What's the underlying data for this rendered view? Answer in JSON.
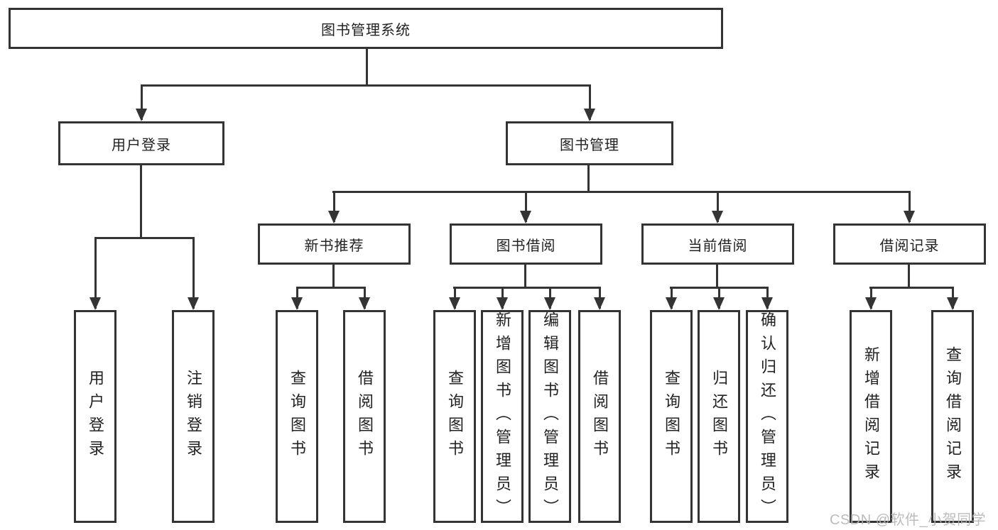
{
  "diagram_title": "图书管理系统",
  "root": {
    "label": "图书管理系统"
  },
  "branches": {
    "user_login": {
      "label": "用户登录",
      "children": [
        "用户登录",
        "注销登录"
      ]
    },
    "book_mgmt": {
      "label": "图书管理",
      "sections": [
        {
          "label": "新书推荐",
          "children": [
            "查询图书",
            "借阅图书"
          ]
        },
        {
          "label": "图书借阅",
          "children": [
            "查询图书",
            "新增图书（管理员）",
            "编辑图书（管理员）",
            "借阅图书"
          ]
        },
        {
          "label": "当前借阅",
          "children": [
            "查询图书",
            "归还图书",
            "确认归还（管理员）"
          ]
        },
        {
          "label": "借阅记录",
          "children": [
            "新增借阅记录",
            "查询借阅记录"
          ]
        }
      ]
    }
  },
  "watermark": "CSDN @软件_小贺同学",
  "colors": {
    "line": "#343434",
    "text": "#222222",
    "watermark": "#b5b5b5",
    "background": "#ffffff"
  }
}
